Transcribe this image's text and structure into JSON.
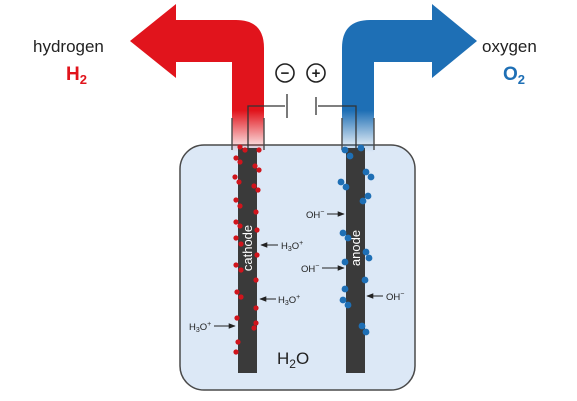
{
  "labels": {
    "hydrogen": "hydrogen",
    "h2_symbol": "H",
    "h2_sub": "2",
    "oxygen": "oxygen",
    "o2_symbol": "O",
    "o2_sub": "2",
    "minus": "−",
    "plus": "+",
    "cathode": "cathode",
    "anode": "anode",
    "water_main": "H",
    "water_sub": "2",
    "water_end": "O",
    "hydronium_main": "H",
    "hydronium_sub": "3",
    "hydronium_end": "O",
    "hydronium_sup": "+",
    "hydroxide_main": "OH",
    "hydroxide_sup": "−"
  },
  "colors": {
    "hydrogen": "#e1141c",
    "oxygen": "#1e6fb5",
    "water": "#dce8f6",
    "electrode": "#3a3a3a",
    "outline": "#4a4a4a"
  }
}
